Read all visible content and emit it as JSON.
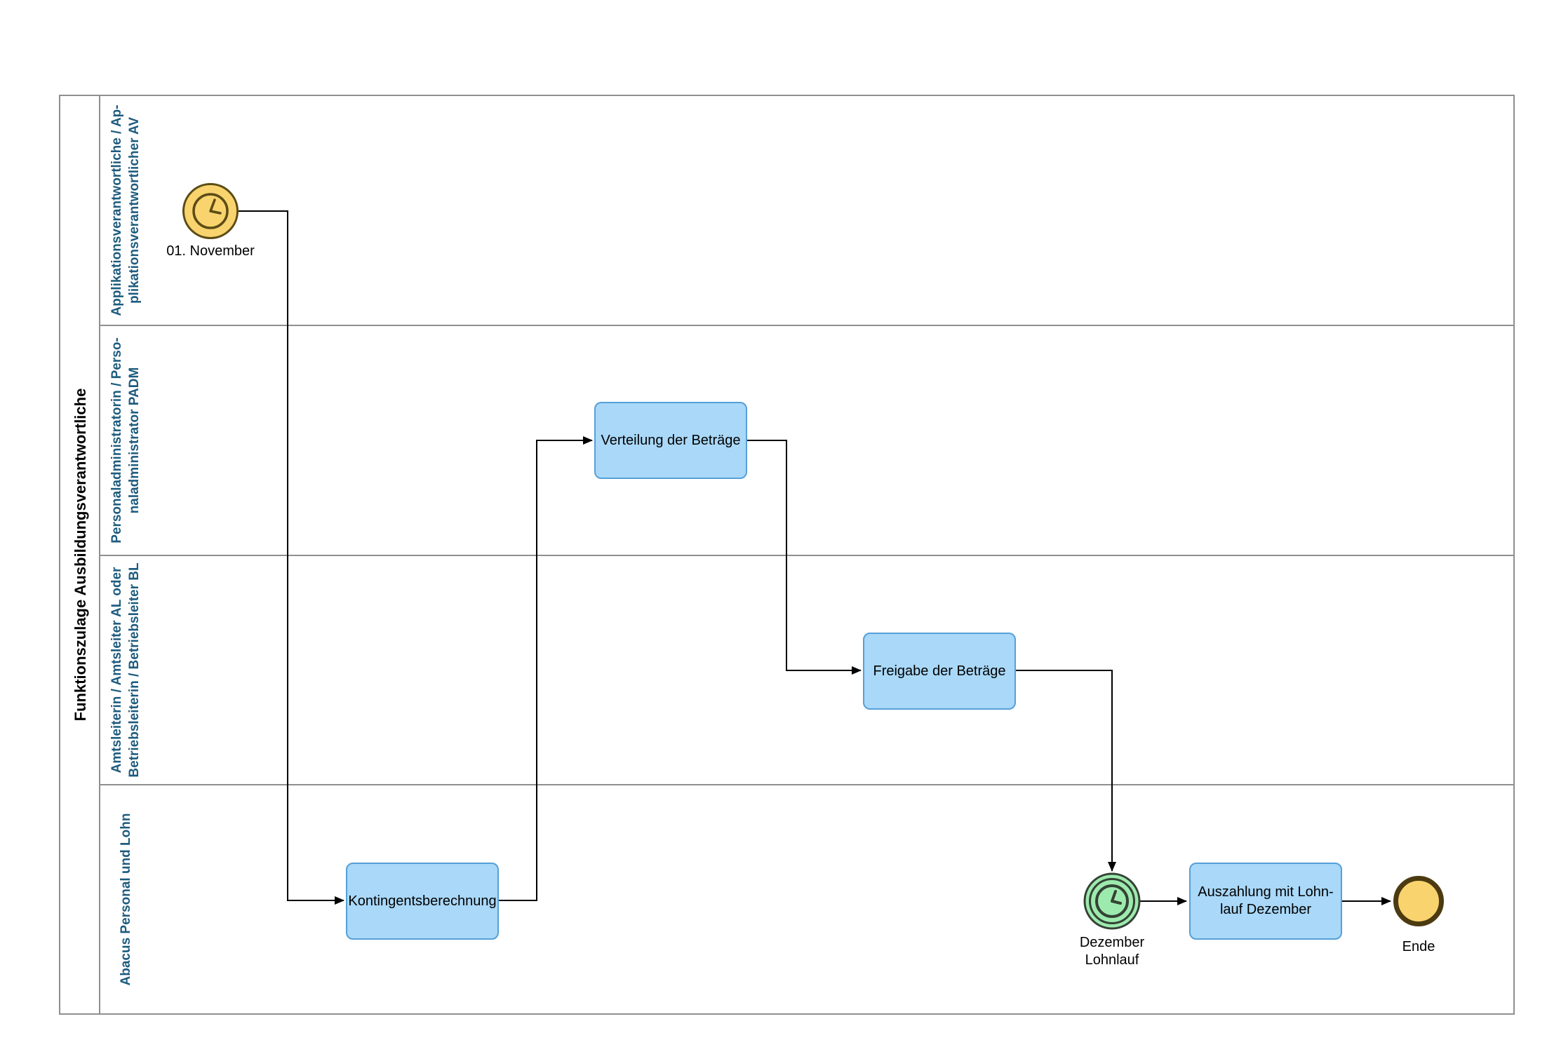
{
  "diagram": {
    "pool": {
      "title": "Funktionszulage Ausbildungsverantwortliche"
    },
    "lanes": [
      {
        "label": "Applikationsverantwortliche / Ap-\nplikationsverantwortlicher AV"
      },
      {
        "label": "Personaladministratorin / Perso-\nnaladministrator PADM"
      },
      {
        "label": "Amtsleiterin / Amtsleiter AL oder\nBetriebsleiterin / Betriebsleiter BL"
      },
      {
        "label": "Abacus Personal und Lohn"
      }
    ],
    "events": {
      "start_timer": {
        "label": "01. November",
        "type": "timer-start"
      },
      "intermediate_timer": {
        "label": "Dezember\nLohnlauf",
        "type": "timer-intermediate"
      },
      "end": {
        "label": "Ende",
        "type": "end"
      }
    },
    "tasks": [
      {
        "label": "Kontingentsberechnung"
      },
      {
        "label": "Verteilung der Beträge"
      },
      {
        "label": "Freigabe der Beträge"
      },
      {
        "label": "Auszahlung mit Lohn-\nlauf Dezember"
      }
    ],
    "colors": {
      "task_fill": "#a9d8f8",
      "task_border": "#56a0d8",
      "timer_fill": "#f9d36e",
      "timer_border": "#5b4c15",
      "end_fill": "#f9d36e",
      "end_border": "#4c3a10",
      "intermediate_fill": "#9deaae",
      "intermediate_border": "#344234",
      "lane_border": "#8f8f8f",
      "lane_label_text": "#1d5b7e",
      "flow_line": "#000000"
    }
  }
}
